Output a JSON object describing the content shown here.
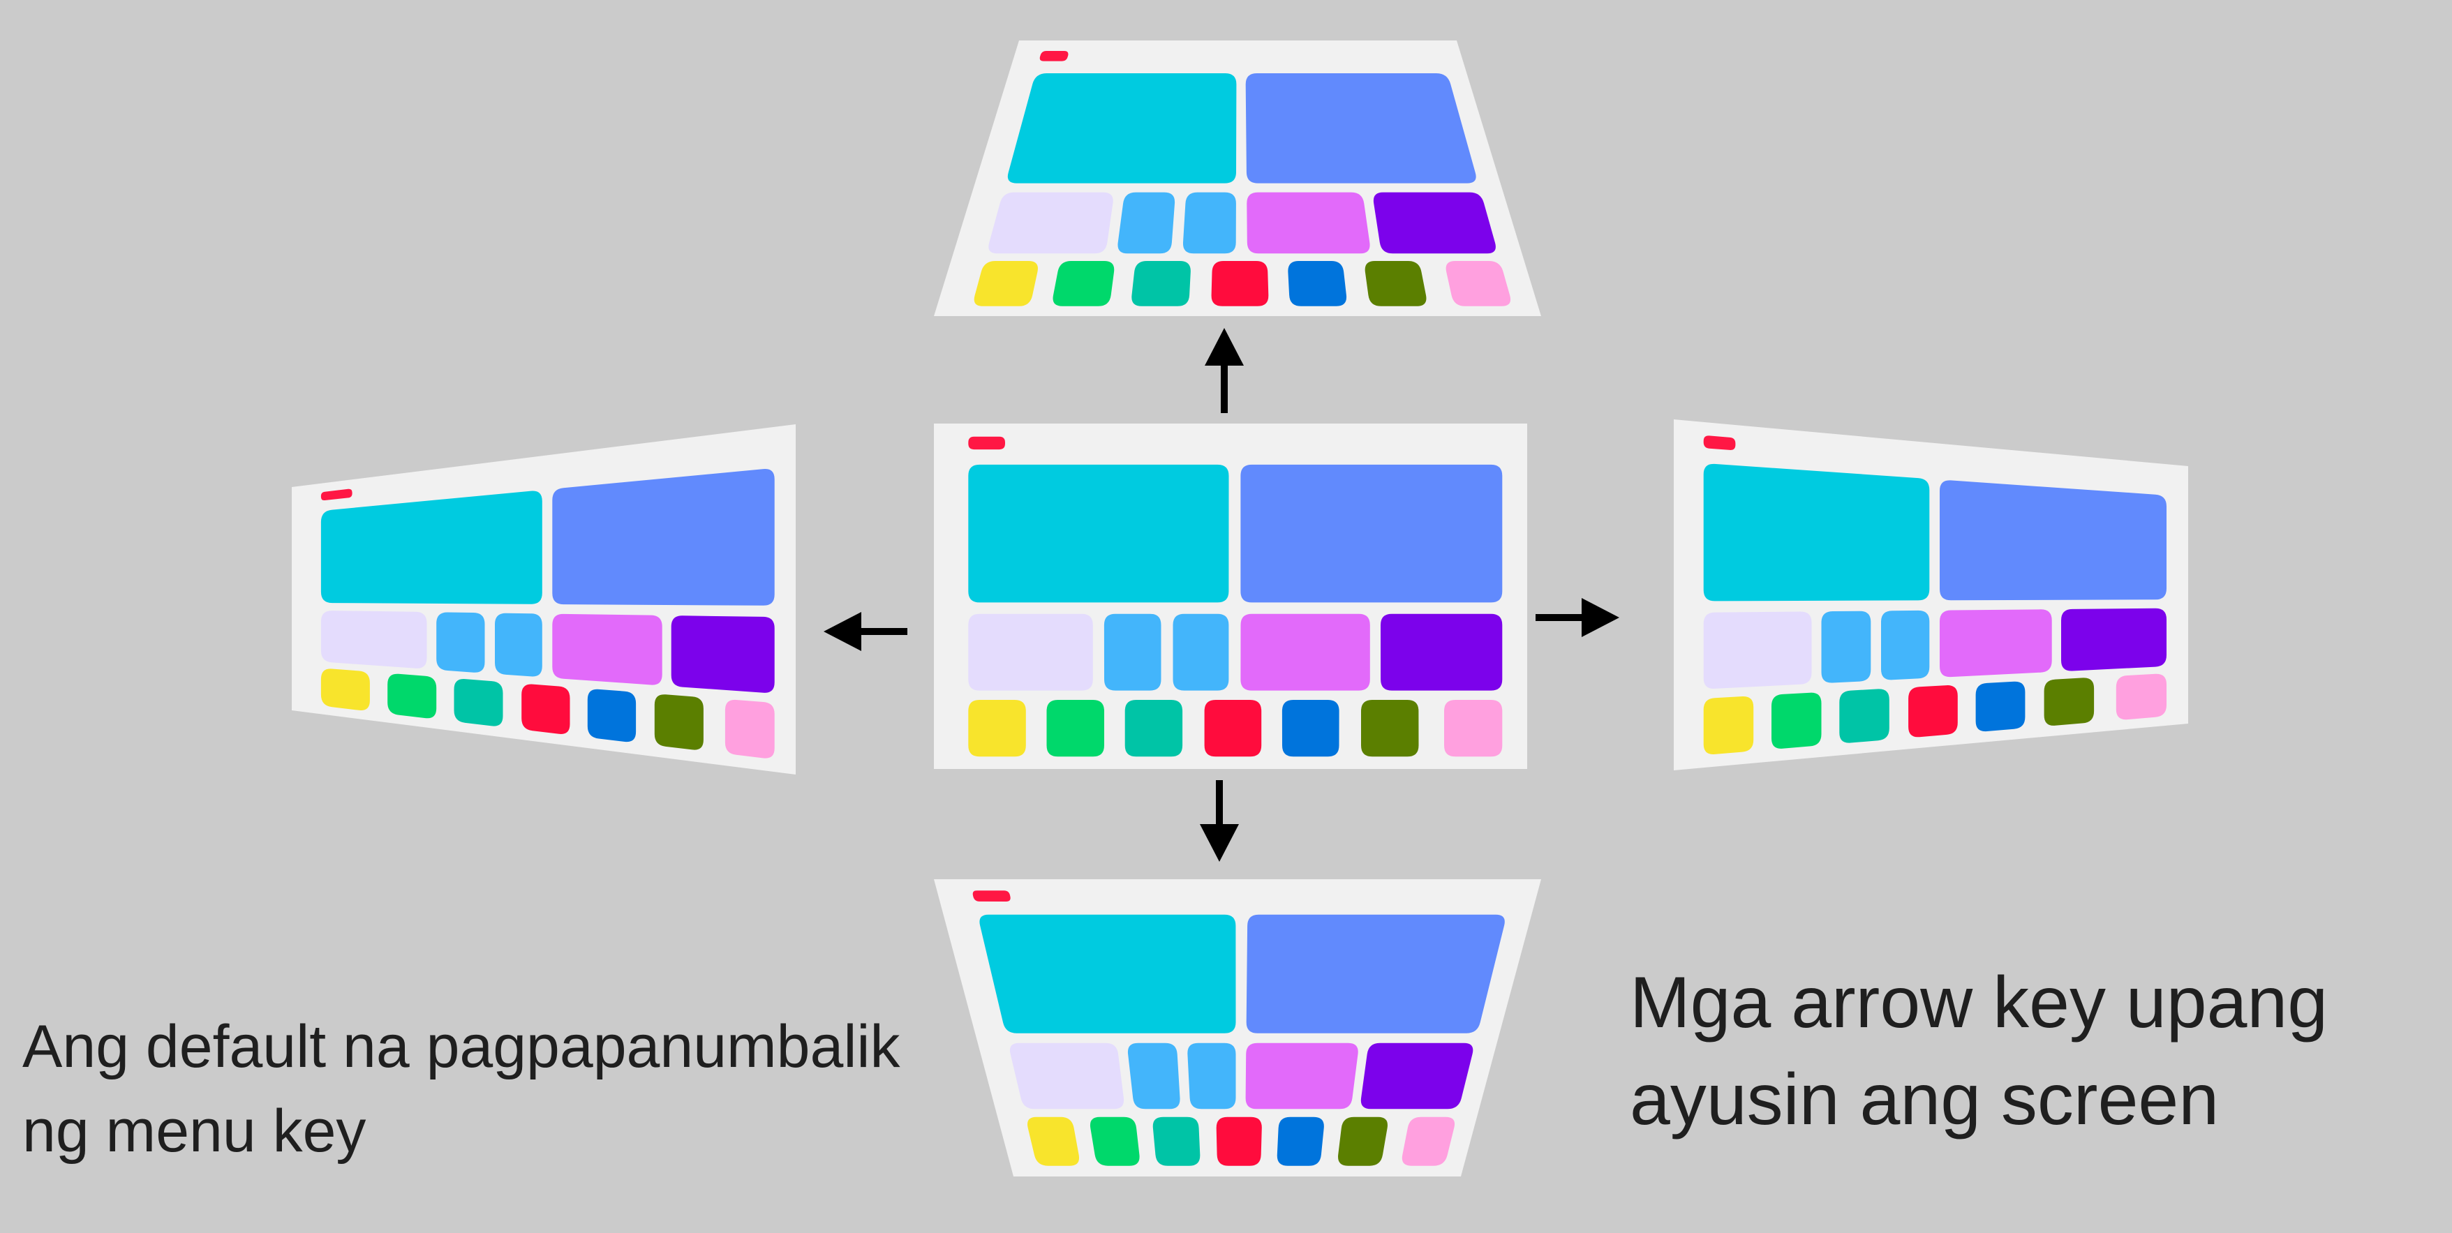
{
  "captions": {
    "arrow_keys": [
      "Mga arrow key upang",
      "ayusin ang screen"
    ],
    "menu_key": [
      "Ang default na pagpapanumbalik",
      "ng menu key"
    ]
  },
  "colors": {
    "background": "#cbcbcb",
    "screen": "#f1f1f1",
    "indicator": "#ff1744",
    "arrow": "#000000",
    "text": "#1f1f1f",
    "tiles": [
      "#00cbe0",
      "#618afd",
      "#e4dcfd",
      "#43b5fb",
      "#43b5fb",
      "#e26afa",
      "#7c02eb",
      "#f8e42c",
      "#00d86b",
      "#00c4a6",
      "#ff0c3d",
      "#0074dc",
      "#5b7f00",
      "#ffa0df"
    ]
  },
  "screens": [
    {
      "name": "center-screen"
    },
    {
      "name": "up-screen"
    },
    {
      "name": "left-screen"
    },
    {
      "name": "right-screen"
    },
    {
      "name": "down-screen"
    }
  ],
  "arrows": [
    {
      "name": "up-arrow-icon"
    },
    {
      "name": "left-arrow-icon"
    },
    {
      "name": "right-arrow-icon"
    },
    {
      "name": "down-arrow-icon"
    }
  ]
}
